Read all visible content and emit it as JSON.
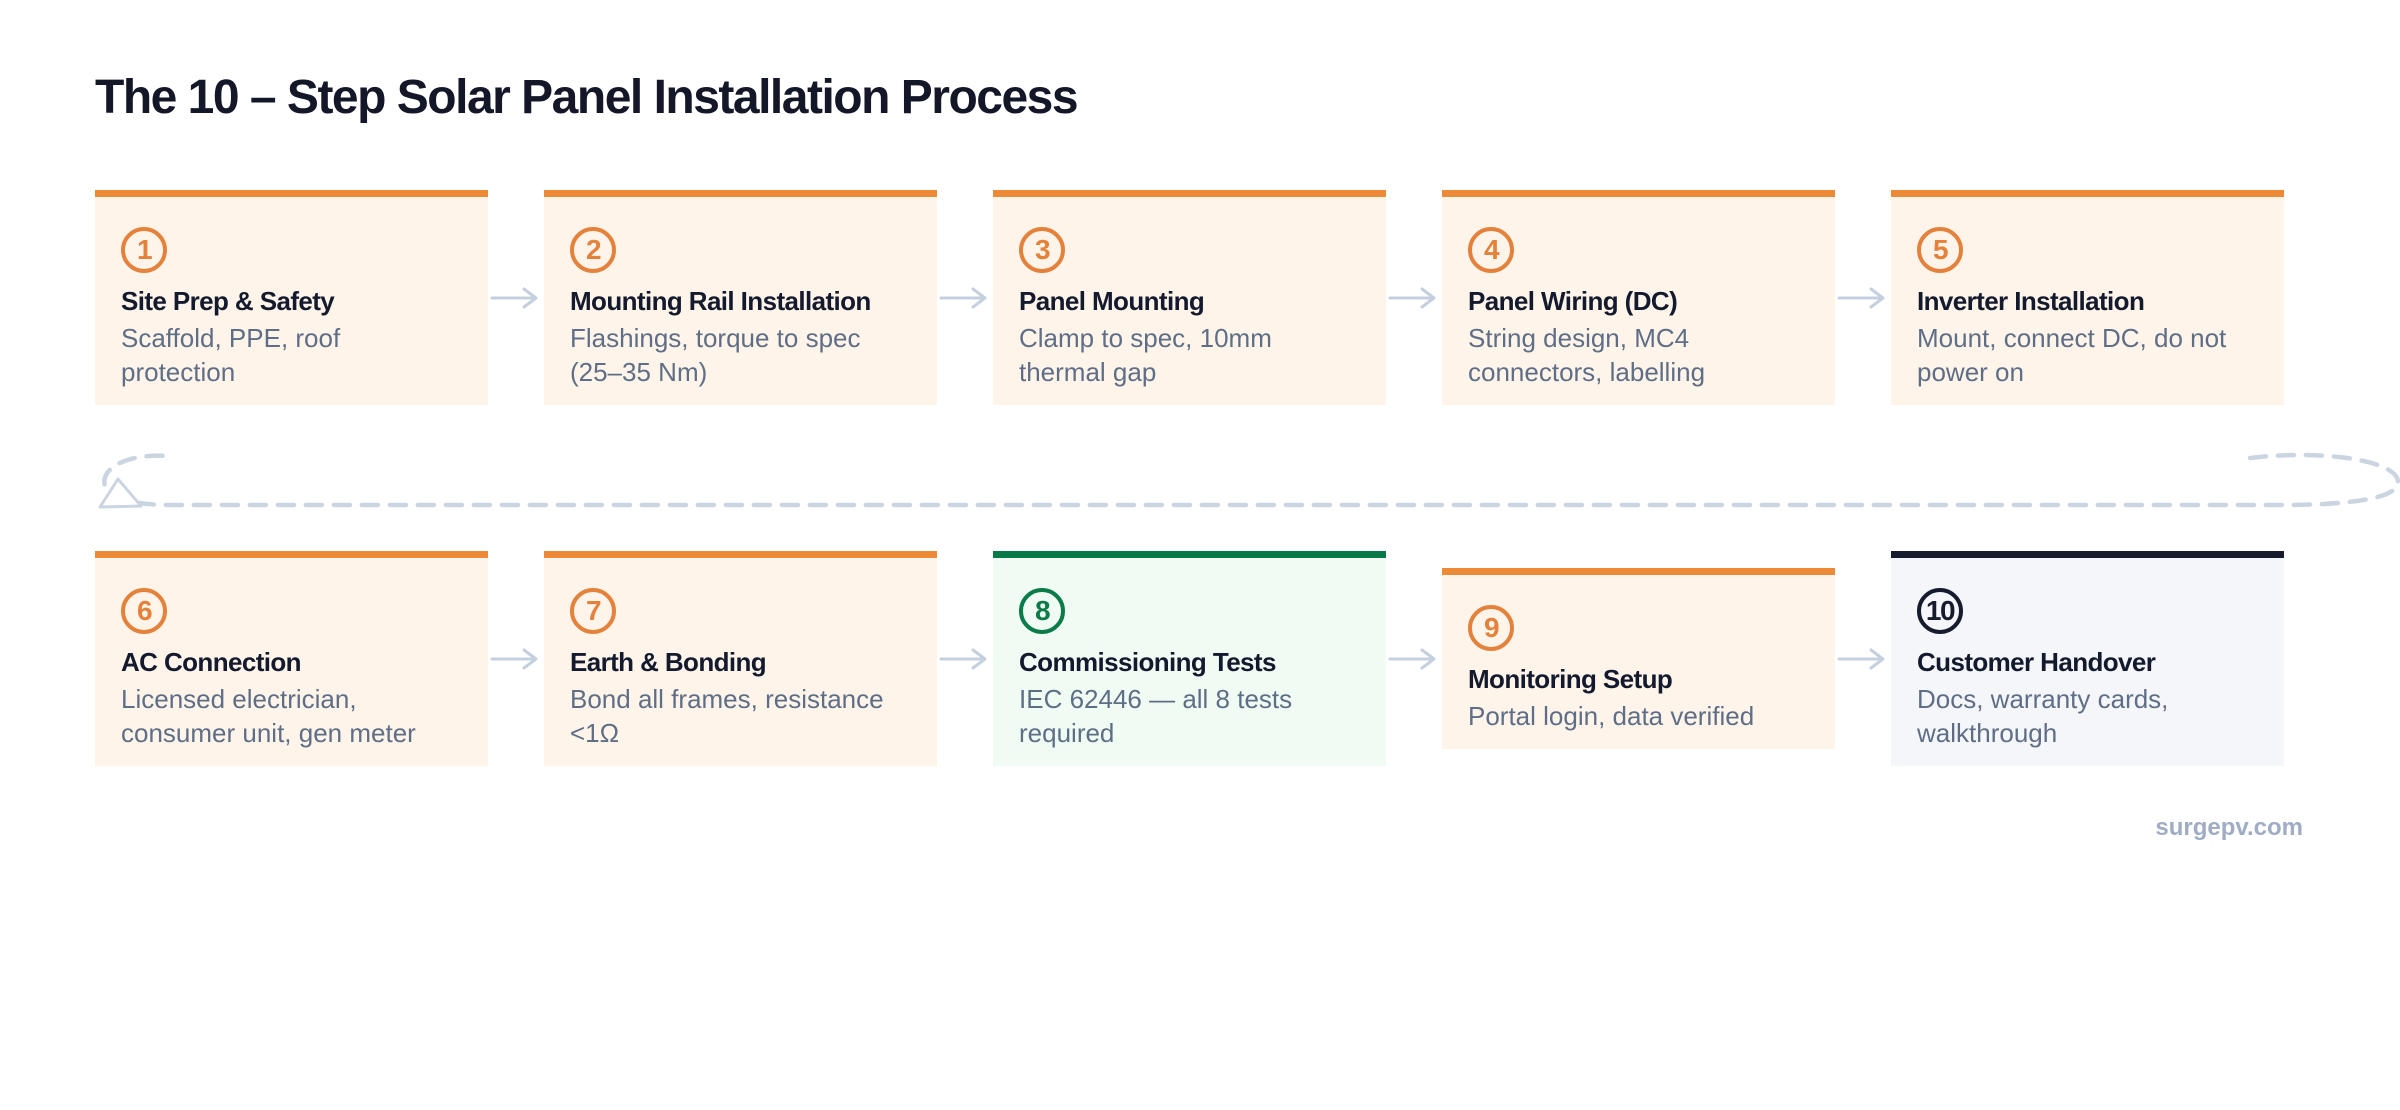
{
  "title": "The 10 – Step Solar Panel Installation Process",
  "footer": {
    "brand": "surgepv.com"
  },
  "colors": {
    "accent_orange": "#EC8A38",
    "card_bg_orange": "#FEF4EA",
    "accent_green": "#077A47",
    "card_bg_green": "#EFFBF3",
    "accent_navy": "#161B2E",
    "card_bg_navy": "#F4F6FA",
    "title_text": "#131728",
    "card_title_text": "#141A2E",
    "description_text": "#5F6E87",
    "arrow_gray": "#C5D0DF",
    "dashed_connector_gray": "#CBD5E2",
    "footer_text": "#9FACC3"
  },
  "steps": [
    {
      "number": "1",
      "title": "Site Prep & Safety",
      "desc": "Scaffold, PPE, roof protection",
      "theme": "orange"
    },
    {
      "number": "2",
      "title": "Mounting Rail Installation",
      "desc": "Flashings, torque to spec (25–35 Nm)",
      "theme": "orange"
    },
    {
      "number": "3",
      "title": "Panel Mounting",
      "desc": "Clamp to spec, 10mm thermal gap",
      "theme": "orange"
    },
    {
      "number": "4",
      "title": "Panel Wiring (DC)",
      "desc": "String design, MC4 connectors, labelling",
      "theme": "orange"
    },
    {
      "number": "5",
      "title": "Inverter Installation",
      "desc": "Mount, connect DC, do not power on",
      "theme": "orange"
    },
    {
      "number": "6",
      "title": "AC Connection",
      "desc": "Licensed electrician, consumer unit, gen meter",
      "theme": "orange"
    },
    {
      "number": "7",
      "title": "Earth & Bonding",
      "desc": "Bond all frames, resistance <1Ω",
      "theme": "orange"
    },
    {
      "number": "8",
      "title": "Commissioning Tests",
      "desc": "IEC 62446 — all 8 tests required",
      "theme": "green"
    },
    {
      "number": "9",
      "title": "Monitoring Setup",
      "desc": "Portal login, data verified",
      "theme": "orange"
    },
    {
      "number": "10",
      "title": "Customer Handover",
      "desc": "Docs, warranty cards, walkthrough",
      "theme": "navy"
    }
  ],
  "rows": [
    [
      0,
      1,
      2,
      3,
      4
    ],
    [
      5,
      6,
      7,
      8,
      9
    ]
  ]
}
